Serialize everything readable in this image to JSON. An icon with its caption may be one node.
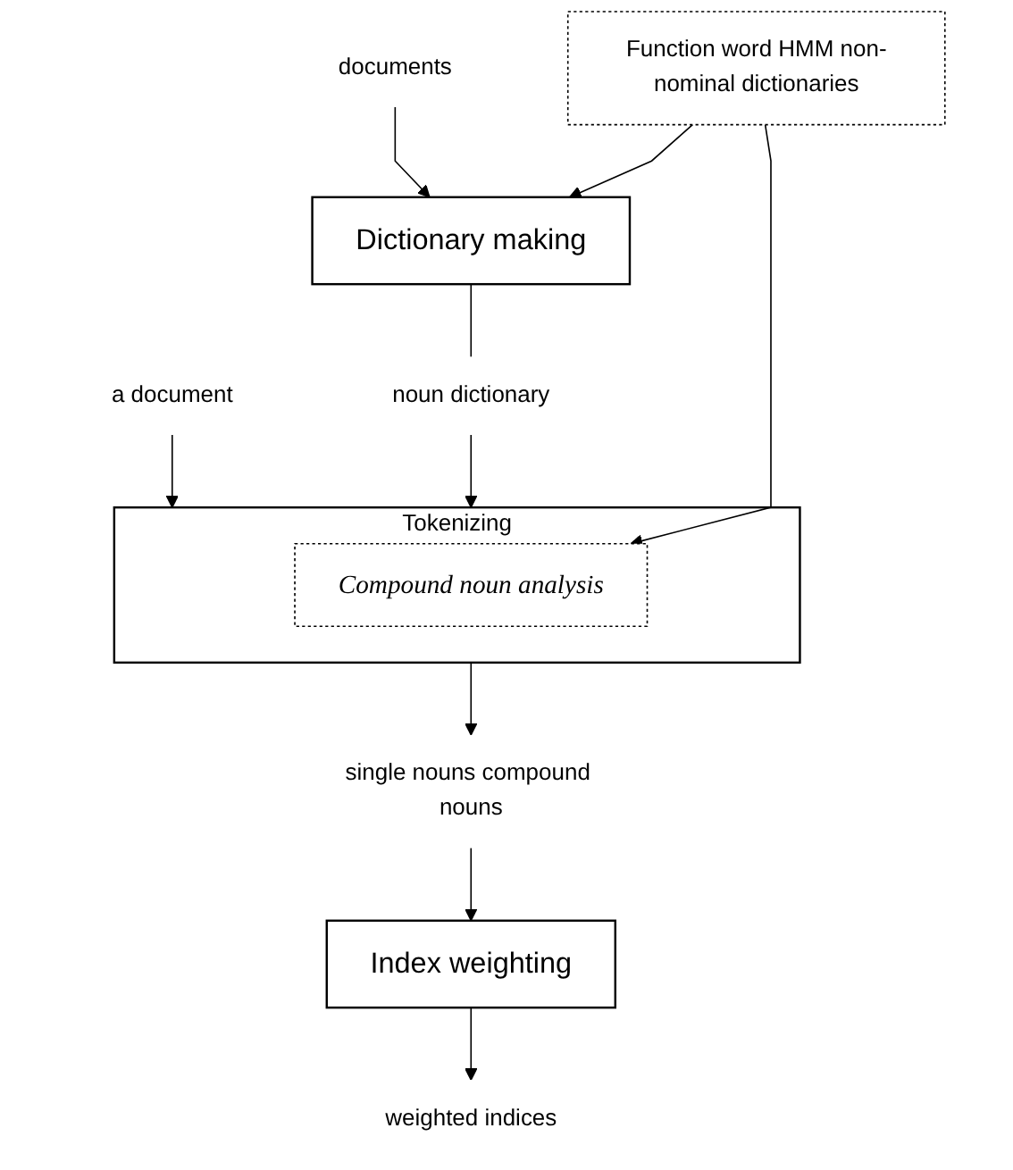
{
  "diagram": {
    "nodes": [
      {
        "text": [
          "documents"
        ]
      },
      {
        "text": [
          "Dictionary making"
        ]
      },
      {
        "text": [
          "a document"
        ]
      },
      {
        "text": [
          "Tokenizing"
        ]
      },
      {
        "text": [
          "Compound noun analysis"
        ],
        "in": 3
      },
      {
        "text": [
          "noun dictionary"
        ]
      },
      {
        "text": [
          "Function word HMM non-nominal dictionaries"
        ]
      },
      {
        "text": [
          "single nouns compound nouns"
        ]
      },
      {
        "text": [
          "Index weighting"
        ]
      },
      {
        "text": [
          "weighted indices"
        ]
      }
    ],
    "edges": [
      {
        "from": 0,
        "to": 1,
        "arrow": "to"
      },
      {
        "from": 1,
        "to": 5,
        "arrow": "none"
      },
      {
        "from": 5,
        "to": 3,
        "arrow": "to"
      },
      {
        "from": 6,
        "to": 1,
        "arrow": "to"
      },
      {
        "from": 6,
        "to": 4,
        "arrow": "to"
      },
      {
        "from": 2,
        "to": 3,
        "arrow": "to"
      },
      {
        "from": 3,
        "to": 7,
        "arrow": "to"
      },
      {
        "from": 7,
        "to": 8,
        "arrow": "to"
      },
      {
        "from": 8,
        "to": 9,
        "arrow": "to"
      }
    ]
  }
}
